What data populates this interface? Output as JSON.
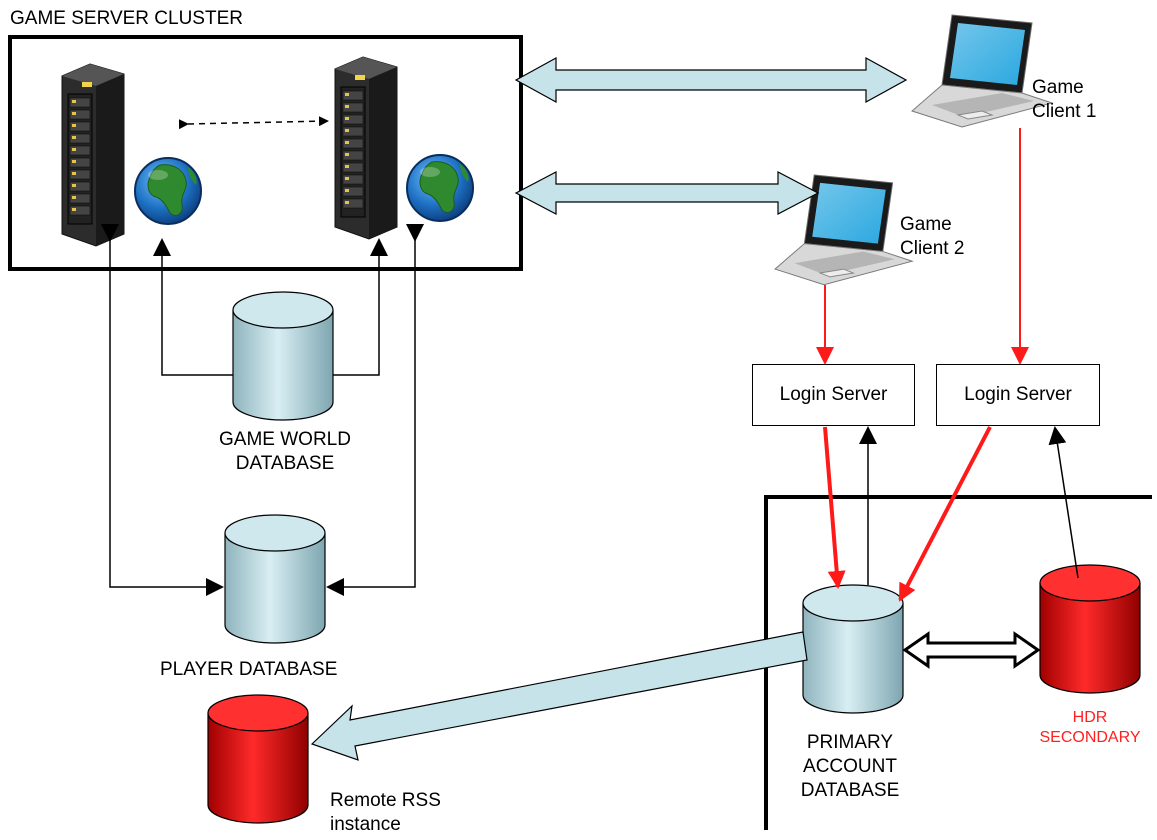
{
  "cluster": {
    "title": "GAME SERVER CLUSTER"
  },
  "clients": [
    {
      "line1": "Game",
      "line2": "Client 1"
    },
    {
      "line1": "Game",
      "line2": "Client 2"
    }
  ],
  "login_servers": [
    {
      "label": "Login Server"
    },
    {
      "label": "Login Server"
    }
  ],
  "databases": {
    "game_world": {
      "line1": "GAME WORLD",
      "line2": "DATABASE"
    },
    "player": {
      "label": "PLAYER DATABASE"
    },
    "primary_account": {
      "line1": "PRIMARY",
      "line2": "ACCOUNT",
      "line3": "DATABASE"
    },
    "hdr_secondary": {
      "line1": "HDR",
      "line2": "SECONDARY"
    },
    "remote_rss": {
      "line1": "Remote RSS",
      "line2": "instance"
    }
  },
  "colors": {
    "red_arrow": "#ff1a1a",
    "db_light": "#c8e6ee",
    "db_red": "#ff0000",
    "fat_arrow_fill": "#c5e3e9",
    "laptop_screen": "#2aa8e0"
  },
  "icons": [
    "server-rack-icon",
    "globe-icon",
    "laptop-icon",
    "database-cylinder-icon"
  ]
}
